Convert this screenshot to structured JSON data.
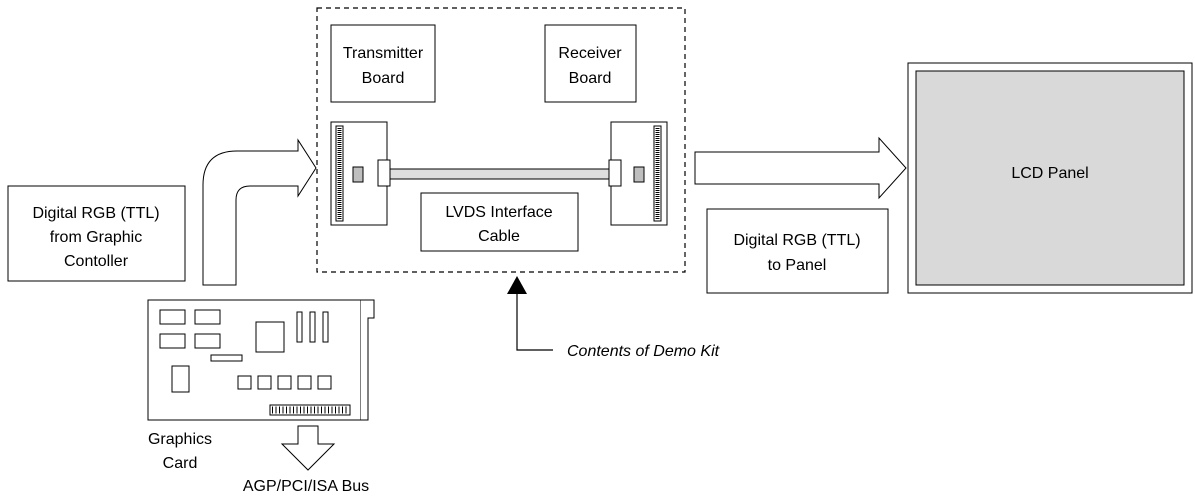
{
  "labels": {
    "transmitter_line1": "Transmitter",
    "transmitter_line2": "Board",
    "receiver_line1": "Receiver",
    "receiver_line2": "Board",
    "cable_line1": "LVDS Interface",
    "cable_line2": "Cable",
    "input_line1": "Digital RGB (TTL)",
    "input_line2": "from Graphic",
    "input_line3": "Contoller",
    "output_line1": "Digital RGB (TTL)",
    "output_line2": "to Panel",
    "lcd_panel": "LCD Panel",
    "demo_kit": "Contents of Demo Kit",
    "graphics_line1": "Graphics",
    "graphics_line2": "Card",
    "bus": "AGP/PCI/ISA Bus"
  },
  "colors": {
    "lcd_fill": "#d9d9d9",
    "connector_fill": "#bfbfbf",
    "cable_fill": "#dedede",
    "stroke": "#000000"
  },
  "icons": {
    "graphics_card": "graphics-card-icon",
    "transmitter_connector": "transmitter-connector-icon",
    "receiver_connector": "receiver-connector-icon"
  }
}
